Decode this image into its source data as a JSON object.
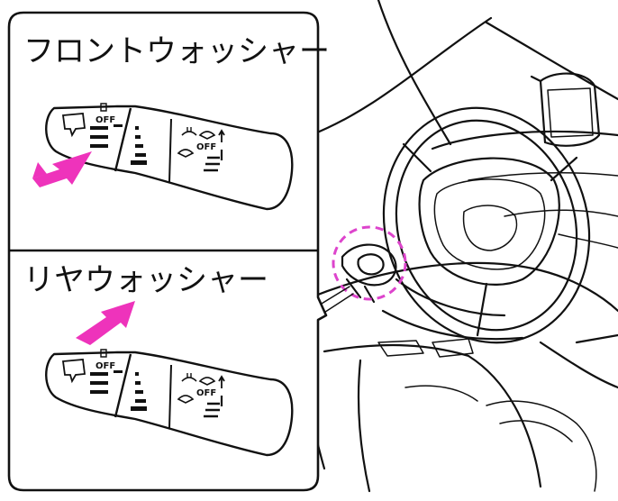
{
  "labels": {
    "front_washer": "フロントウォッシャー",
    "rear_washer": "リヤウォッシャー"
  },
  "stalk_marks": {
    "off": "OFF"
  },
  "colors": {
    "accent": "#ee33bb",
    "highlight_circle": "#dd44cc",
    "line": "#111111",
    "background": "#ffffff"
  },
  "icons": {
    "front_arrow": "arrow-pull-toward-icon",
    "rear_arrow": "arrow-push-away-icon",
    "washer": "windshield-washer-icon",
    "rear_wiper": "rear-wiper-icon"
  }
}
